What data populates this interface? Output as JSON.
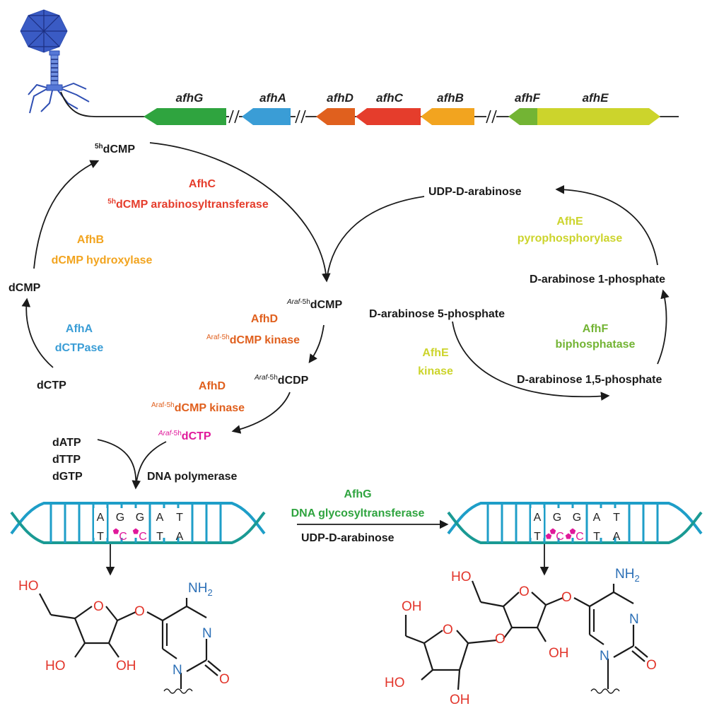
{
  "colors": {
    "afhA": "#3a9dd6",
    "afhB": "#f2a41f",
    "afhC": "#e53d2c",
    "afhD": "#e0601e",
    "afhE": "#ccd42c",
    "afhF": "#73b434",
    "afhG": "#2fa43f",
    "dna": "#1e9ec8",
    "dna_strand2": "#1a9a94",
    "magenta": "#e0189a",
    "oxygen": "#e2352b",
    "nitrogen": "#2b6fb6",
    "phage": "#2f4fb3"
  },
  "icons": {
    "phage": "bacteriophage-icon",
    "sugar": "pink-pentagon-sugar-icon"
  },
  "genes": [
    {
      "label": "afhG",
      "color_key": "afhG"
    },
    {
      "label": "afhA",
      "color_key": "afhA"
    },
    {
      "label": "afhD",
      "color_key": "afhD"
    },
    {
      "label": "afhC",
      "color_key": "afhC"
    },
    {
      "label": "afhB",
      "color_key": "afhB"
    },
    {
      "label": "afhF",
      "color_key": "afhF"
    },
    {
      "label": "afhE",
      "color_key": "afhE"
    }
  ],
  "compounds": {
    "c5hdcmp_sup": "5h",
    "c5hdcmp_main": "dCMP",
    "dcmp": "dCMP",
    "dctp": "dCTP",
    "araf_prefix": "Araf",
    "araf_suffix": "-5h",
    "araf_dcmp_main": "dCMP",
    "araf_dcdp_main": "dCDP",
    "araf_dctp_main": "dCTP",
    "udp_arabinose": "UDP-D-arabinose",
    "ara5p": "D-arabinose 5-phosphate",
    "ara1p": "D-arabinose 1-phosphate",
    "ara15p": "D-arabinose 1,5-phosphate",
    "datp": "dATP",
    "dttp": "dTTP",
    "dgtp": "dGTP",
    "udp_arabinose_2": "UDP-D-arabinose"
  },
  "enzymes": {
    "afhc_name": "AfhC",
    "afhc_func_sup": "5h",
    "afhc_func": "dCMP arabinosyltransferase",
    "afhb_name": "AfhB",
    "afhb_func": "dCMP hydroxylase",
    "afha_name": "AfhA",
    "afha_func": "dCTPase",
    "afhd1_name": "AfhD",
    "afhd1_func_sup": "Araf-5h",
    "afhd1_func": "dCMP kinase",
    "afhd2_name": "AfhD",
    "afhd2_func_sup": "Araf-5h",
    "afhd2_func": "dCMP kinase",
    "afhe1_name": "AfhE",
    "afhe1_func": "pyrophosphorylase",
    "afhf_name": "AfhF",
    "afhf_func": "biphosphatase",
    "afhe2_name": "AfhE",
    "afhe2_func": "kinase",
    "dna_pol": "DNA polymerase",
    "afhg_name": "AfhG",
    "afhg_func": "DNA glycosyltransferase"
  },
  "dna": {
    "top": [
      "A",
      "G",
      "G",
      "A",
      "T"
    ],
    "bottom": [
      "T",
      "C",
      "C",
      "T",
      "A"
    ]
  },
  "structure": {
    "ho": "HO",
    "oh": "OH",
    "o": "O",
    "n": "N",
    "nh2_main": "NH",
    "nh2_sub": "2"
  }
}
